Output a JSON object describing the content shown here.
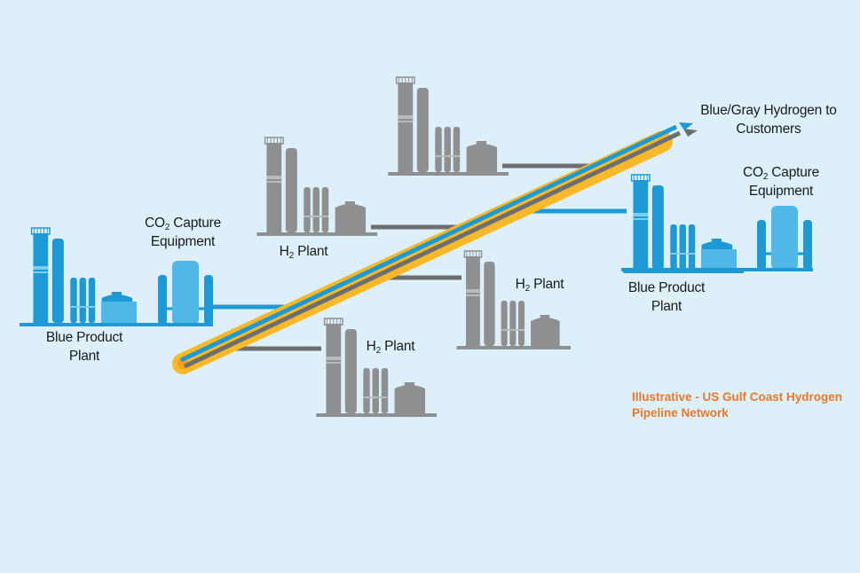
{
  "colors": {
    "background": "#ddf0f9",
    "pipeline_outer": "#f7b928",
    "pipeline_gray": "#6d6e71",
    "pipeline_blue": "#1d9ad6",
    "gray_plant": "#8e8f91",
    "blue_plant": "#1d9ad6",
    "note_orange": "#e8782a"
  },
  "labels": {
    "output": {
      "line1": "Blue/Gray Hydrogen to",
      "line2": "Customers"
    },
    "co2_left": {
      "line1_prefix": "CO",
      "line1_sub": "2",
      "line1_suffix": " Capture",
      "line2": "Equipment"
    },
    "co2_right": {
      "line1_prefix": "CO",
      "line1_sub": "2",
      "line1_suffix": " Capture",
      "line2": "Equipment"
    },
    "blue_left": {
      "line1": "Blue Product",
      "line2": "Plant"
    },
    "blue_right": {
      "line1": "Blue Product",
      "line2": "Plant"
    },
    "h2_upper": {
      "prefix": "H",
      "sub": "2",
      "suffix": " Plant"
    },
    "h2_mid": {
      "prefix": "H",
      "sub": "2",
      "suffix": " Plant"
    },
    "h2_lower": {
      "prefix": "H",
      "sub": "2",
      "suffix": " Plant"
    }
  },
  "note": "Illustrative - US Gulf Coast Hydrogen Pipeline Network",
  "icons": {
    "plant": "industrial-plant-icon",
    "co2_capture": "co2-capture-equipment-icon",
    "arrow": "arrow-icon"
  }
}
